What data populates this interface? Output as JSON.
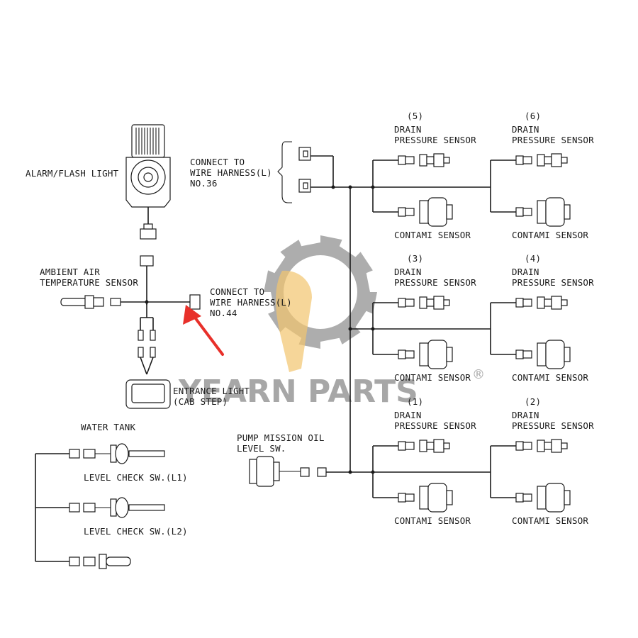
{
  "diagram": {
    "alarm_light": "ALARM/FLASH LIGHT",
    "ambient_sensor_1": "AMBIENT AIR",
    "ambient_sensor_2": "TEMPERATURE SENSOR",
    "connect36_1": "CONNECT TO",
    "connect36_2": "WIRE HARNESS(L)",
    "connect36_3": "NO.36",
    "connect44_1": "CONNECT TO",
    "connect44_2": "WIRE HARNESS(L)",
    "connect44_3": "NO.44",
    "entrance_1": "ENTRANCE LIGHT",
    "entrance_2": "(CAB STEP)",
    "water_tank": "WATER TANK",
    "level_l1": "LEVEL CHECK SW.(L1)",
    "level_l2": "LEVEL CHECK SW.(L2)",
    "pump_1": "PUMP MISSION OIL",
    "pump_2": "LEVEL SW.",
    "drain_line1": "DRAIN",
    "drain_line2": "PRESSURE SENSOR",
    "contami": "CONTAMI SENSOR",
    "groups": [
      {
        "num": "(5)"
      },
      {
        "num": "(6)"
      },
      {
        "num": "(3)"
      },
      {
        "num": "(4)"
      },
      {
        "num": "(1)"
      },
      {
        "num": "(2)"
      }
    ]
  },
  "watermark": {
    "brand": "YEARN PARTS",
    "registered": "®",
    "gear_color": "#8a8a8a",
    "accent_color": "#f2c46d"
  },
  "annotation": {
    "arrow_color": "#e8302a"
  }
}
